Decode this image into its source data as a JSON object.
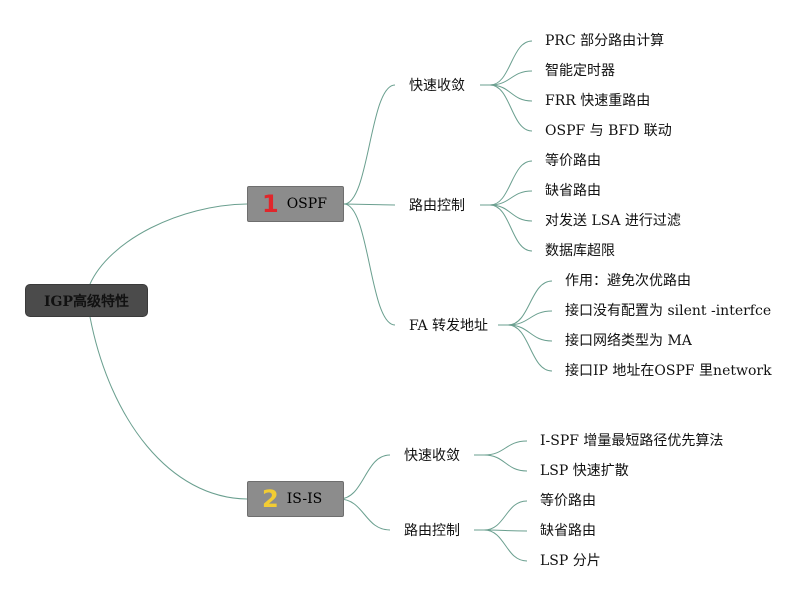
{
  "colors": {
    "edge": "#6a9f8f",
    "root_fill": "#4b4b4b",
    "l1_fill": "#8c8c8c",
    "ospf_number": "#e0262b",
    "isis_number": "#f2cc33"
  },
  "root": {
    "label": "IGP高级特性"
  },
  "ospf": {
    "number": "1",
    "label": "OSPF",
    "groups": [
      {
        "label": "快速收敛",
        "items": [
          "PRC 部分路由计算",
          "智能定时器",
          "FRR 快速重路由",
          "OSPF 与 BFD 联动"
        ]
      },
      {
        "label": "路由控制",
        "items": [
          "等价路由",
          "缺省路由",
          "对发送 LSA 进行过滤",
          "数据库超限"
        ]
      },
      {
        "label": "FA 转发地址",
        "items": [
          "作用：避免次优路由",
          "接口没有配置为 silent -interfce",
          "接口网络类型为 MA",
          "接口IP 地址在OSPF 里network"
        ]
      }
    ]
  },
  "isis": {
    "number": "2",
    "label": "IS-IS",
    "groups": [
      {
        "label": "快速收敛",
        "items": [
          "I-SPF  增量最短路径优先算法",
          "LSP 快速扩散"
        ]
      },
      {
        "label": "路由控制",
        "items": [
          "等价路由",
          "缺省路由",
          "LSP 分片"
        ]
      }
    ]
  }
}
